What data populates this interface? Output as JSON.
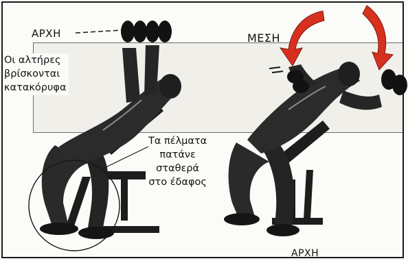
{
  "labels": {
    "start_top": "ΑΡΧΗ",
    "middle": "ΜΕΣΗ",
    "start_bottom": "ΑΡΧΗ"
  },
  "captions": {
    "dumbbells_vertical": [
      "Οι αλτήρες",
      "βρίσκονται",
      "κατακόρυφα"
    ],
    "feet_on_floor": [
      "Τα πέλματα",
      "πατάνε",
      "σταθερά",
      "στο έδαφος"
    ]
  },
  "colors": {
    "arrow_red": "#d8301e",
    "ink": "#151515",
    "shadow": "#3a3a3a"
  }
}
